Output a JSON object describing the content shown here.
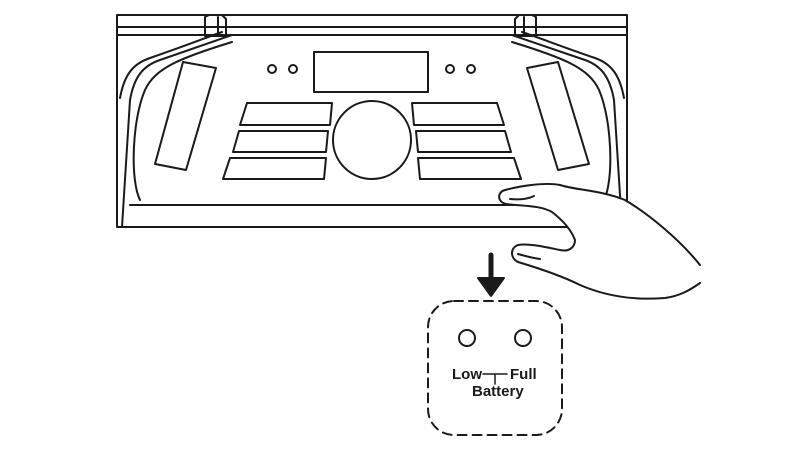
{
  "indicator": {
    "low_label": "Low",
    "full_label": "Full",
    "battery_label": "Battery"
  },
  "colors": {
    "line": "#1a1a1a",
    "background": "#ffffff"
  },
  "icons": [
    "speaker-unit",
    "hand-icon",
    "down-arrow-icon",
    "battery-indicator-leds"
  ]
}
